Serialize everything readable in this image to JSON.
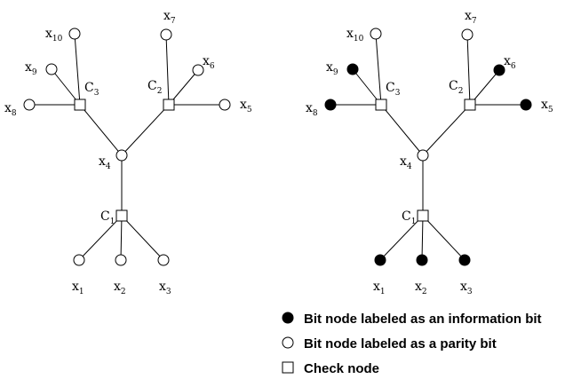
{
  "trees": [
    {
      "id": "left",
      "bit_nodes": [
        {
          "base": "x",
          "sub": "1",
          "information": false
        },
        {
          "base": "x",
          "sub": "2",
          "information": false
        },
        {
          "base": "x",
          "sub": "3",
          "information": false
        },
        {
          "base": "x",
          "sub": "4",
          "information": false
        },
        {
          "base": "x",
          "sub": "5",
          "information": false
        },
        {
          "base": "x",
          "sub": "6",
          "information": false
        },
        {
          "base": "x",
          "sub": "7",
          "information": false
        },
        {
          "base": "x",
          "sub": "8",
          "information": false
        },
        {
          "base": "x",
          "sub": "9",
          "information": false
        },
        {
          "base": "x",
          "sub": "10",
          "information": false
        }
      ],
      "check_nodes": [
        {
          "base": "C",
          "sub": "1"
        },
        {
          "base": "C",
          "sub": "2"
        },
        {
          "base": "C",
          "sub": "3"
        }
      ]
    },
    {
      "id": "right",
      "bit_nodes": [
        {
          "base": "x",
          "sub": "1",
          "information": true
        },
        {
          "base": "x",
          "sub": "2",
          "information": true
        },
        {
          "base": "x",
          "sub": "3",
          "information": true
        },
        {
          "base": "x",
          "sub": "4",
          "information": false
        },
        {
          "base": "x",
          "sub": "5",
          "information": true
        },
        {
          "base": "x",
          "sub": "6",
          "information": true
        },
        {
          "base": "x",
          "sub": "7",
          "information": false
        },
        {
          "base": "x",
          "sub": "8",
          "information": true
        },
        {
          "base": "x",
          "sub": "9",
          "information": true
        },
        {
          "base": "x",
          "sub": "10",
          "information": false
        }
      ],
      "check_nodes": [
        {
          "base": "C",
          "sub": "1"
        },
        {
          "base": "C",
          "sub": "2"
        },
        {
          "base": "C",
          "sub": "3"
        }
      ]
    }
  ],
  "edges": [
    [
      "C1",
      "x1"
    ],
    [
      "C1",
      "x2"
    ],
    [
      "C1",
      "x3"
    ],
    [
      "C1",
      "x4"
    ],
    [
      "C2",
      "x4"
    ],
    [
      "C2",
      "x5"
    ],
    [
      "C2",
      "x6"
    ],
    [
      "C2",
      "x7"
    ],
    [
      "C3",
      "x4"
    ],
    [
      "C3",
      "x8"
    ],
    [
      "C3",
      "x9"
    ],
    [
      "C3",
      "x10"
    ]
  ],
  "legend": [
    {
      "symbol": "filled-circle",
      "label": "Bit node labeled as an information bit"
    },
    {
      "symbol": "open-circle",
      "label": "Bit node labeled as a parity bit"
    },
    {
      "symbol": "square",
      "label": "Check node"
    }
  ],
  "colors": {
    "stroke": "#000000",
    "filled": "#000000",
    "open": "#ffffff"
  }
}
